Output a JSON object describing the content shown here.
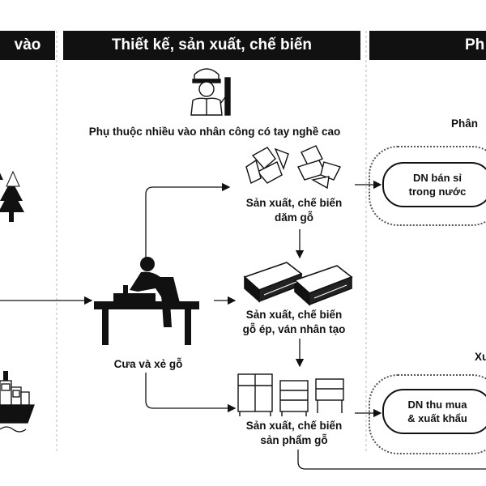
{
  "headers": {
    "left": "vào",
    "middle": "Thiết kế, sản xuất, chế biến",
    "right": "Ph"
  },
  "labels": {
    "worker_note": "Phụ thuộc nhiều vào nhân công có tay nghề cao",
    "wood_chips": [
      "Sản xuất, chế biến",
      "dăm gỗ"
    ],
    "plywood": [
      "Sản xuất, chế biến",
      "gỗ ép, ván nhân tạo"
    ],
    "products": [
      "Sản xuất, chế biến",
      "sản phẩm gỗ"
    ],
    "sawing": "Cưa và xẻ gỗ",
    "right_top": "Phân",
    "right_mid": "Xu"
  },
  "nodes": {
    "domestic_wholesale": [
      "DN bán sỉ",
      "trong nước"
    ],
    "export": [
      "DN thu mua",
      "& xuất khẩu"
    ]
  },
  "icons": [
    "tree-icon",
    "ship-icon",
    "construction-worker-icon",
    "wood-chips-icon",
    "plywood-boards-icon",
    "furniture-icon",
    "carpenter-sawing-icon"
  ]
}
